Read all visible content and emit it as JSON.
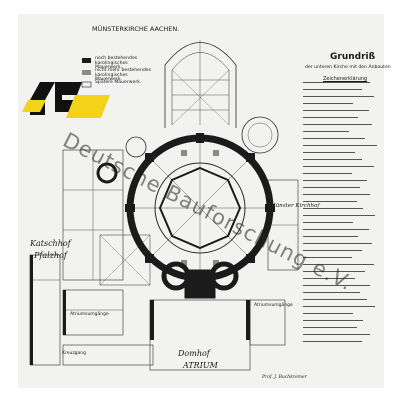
{
  "sheet_title": "MÜNSTERKIRCHE AACHEN.",
  "legend": {
    "items": [
      "noch bestehendes karolingisches Mauerwerk.",
      "nicht mehr bestehendes karolingisches Mauerwerk.",
      "Spätere Mauerwerk."
    ]
  },
  "plan_title": "Grundriß",
  "plan_subtitle": "der unteren Kirche mit den Anbauten",
  "legend_list_title": "Zeichenerklärung",
  "labels": {
    "katschhof": "Katschhof",
    "pfalzhof": "Pfalzhof",
    "domhof": "Domhof",
    "atrium": "ATRIUM",
    "muenster_kirchhof": "Münster Kirchhof",
    "atrium_left": "Atriumsumgänge",
    "atrium_right": "Atriumsumgänge",
    "bottom_left_note": "Kreuzgang",
    "signature": "Prof. J. Buchkremer"
  },
  "watermark": "Deutsche Bauforschung e.V.",
  "logo": {
    "colors": {
      "black": "#111111",
      "yellow": "#f3d21a"
    }
  },
  "colors": {
    "wall_black": "#1b1b1b",
    "wall_gray": "#8a8a8a",
    "sheet": "#f2f2f0",
    "line": "#2a2a2a"
  }
}
